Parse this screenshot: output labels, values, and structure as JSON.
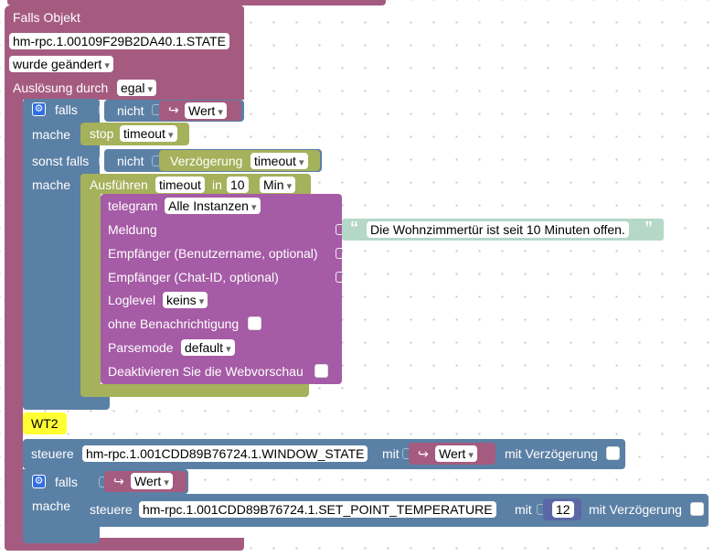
{
  "trigger": {
    "label": "Falls Objekt",
    "object_id": "hm-rpc.1.00109F29B2DA40.1.STATE",
    "condition": "wurde geändert",
    "trigger_label": "Auslösung durch",
    "trigger_value": "egal"
  },
  "if1": {
    "falls_label": "falls",
    "not_label": "nicht",
    "value_label": "Wert",
    "do_label": "mache",
    "stop_label": "stop",
    "stop_value": "timeout",
    "elseif_label": "sonst falls",
    "not2_label": "nicht",
    "delay_label": "Verzögerung",
    "delay_value": "timeout",
    "do2_label": "mache",
    "execute": {
      "label": "Ausführen",
      "timeout_name": "timeout",
      "in_label": "in",
      "amount": "10",
      "unit": "Min"
    }
  },
  "telegram": {
    "label": "telegram",
    "instance": "Alle Instanzen",
    "message_label": "Meldung",
    "message_text": "Die Wohnzimmertür ist seit 10 Minuten offen.",
    "quote_open": "“",
    "quote_close": "”",
    "recipient_user_label": "Empfänger (Benutzername, optional)",
    "recipient_chat_label": "Empfänger (Chat-ID, optional)",
    "loglevel_label": "Loglevel",
    "loglevel_value": "keins",
    "silent_label": "ohne Benachrichtigung",
    "parsemode_label": "Parsemode",
    "parsemode_value": "default",
    "webpreview_label": "Deaktivieren Sie die Webvorschau"
  },
  "comment": {
    "text": "WT2"
  },
  "control1": {
    "label": "steuere",
    "object_id": "hm-rpc.1.001CDD89B76724.1.WINDOW_STATE",
    "with_label": "mit",
    "value_label": "Wert",
    "delay_label": "mit Verzögerung"
  },
  "if2": {
    "falls_label": "falls",
    "value_label": "Wert",
    "do_label": "mache"
  },
  "control2": {
    "label": "steuere",
    "object_id": "hm-rpc.1.001CDD89B76724.1.SET_POINT_TEMPERATURE",
    "with_label": "mit",
    "number": "12",
    "delay_label": "mit Verzögerung"
  },
  "icons": {
    "gear": "gear-icon",
    "return_arrow": "↪"
  },
  "colors": {
    "trigger_block": "#a55b80",
    "logic_block": "#5b80a5",
    "control_block": "#a5b15b",
    "telegram_block": "#a55ba5",
    "text_block": "#b5d8c8",
    "comment_bg": "#ffff33",
    "number_block": "#5b67a5"
  }
}
